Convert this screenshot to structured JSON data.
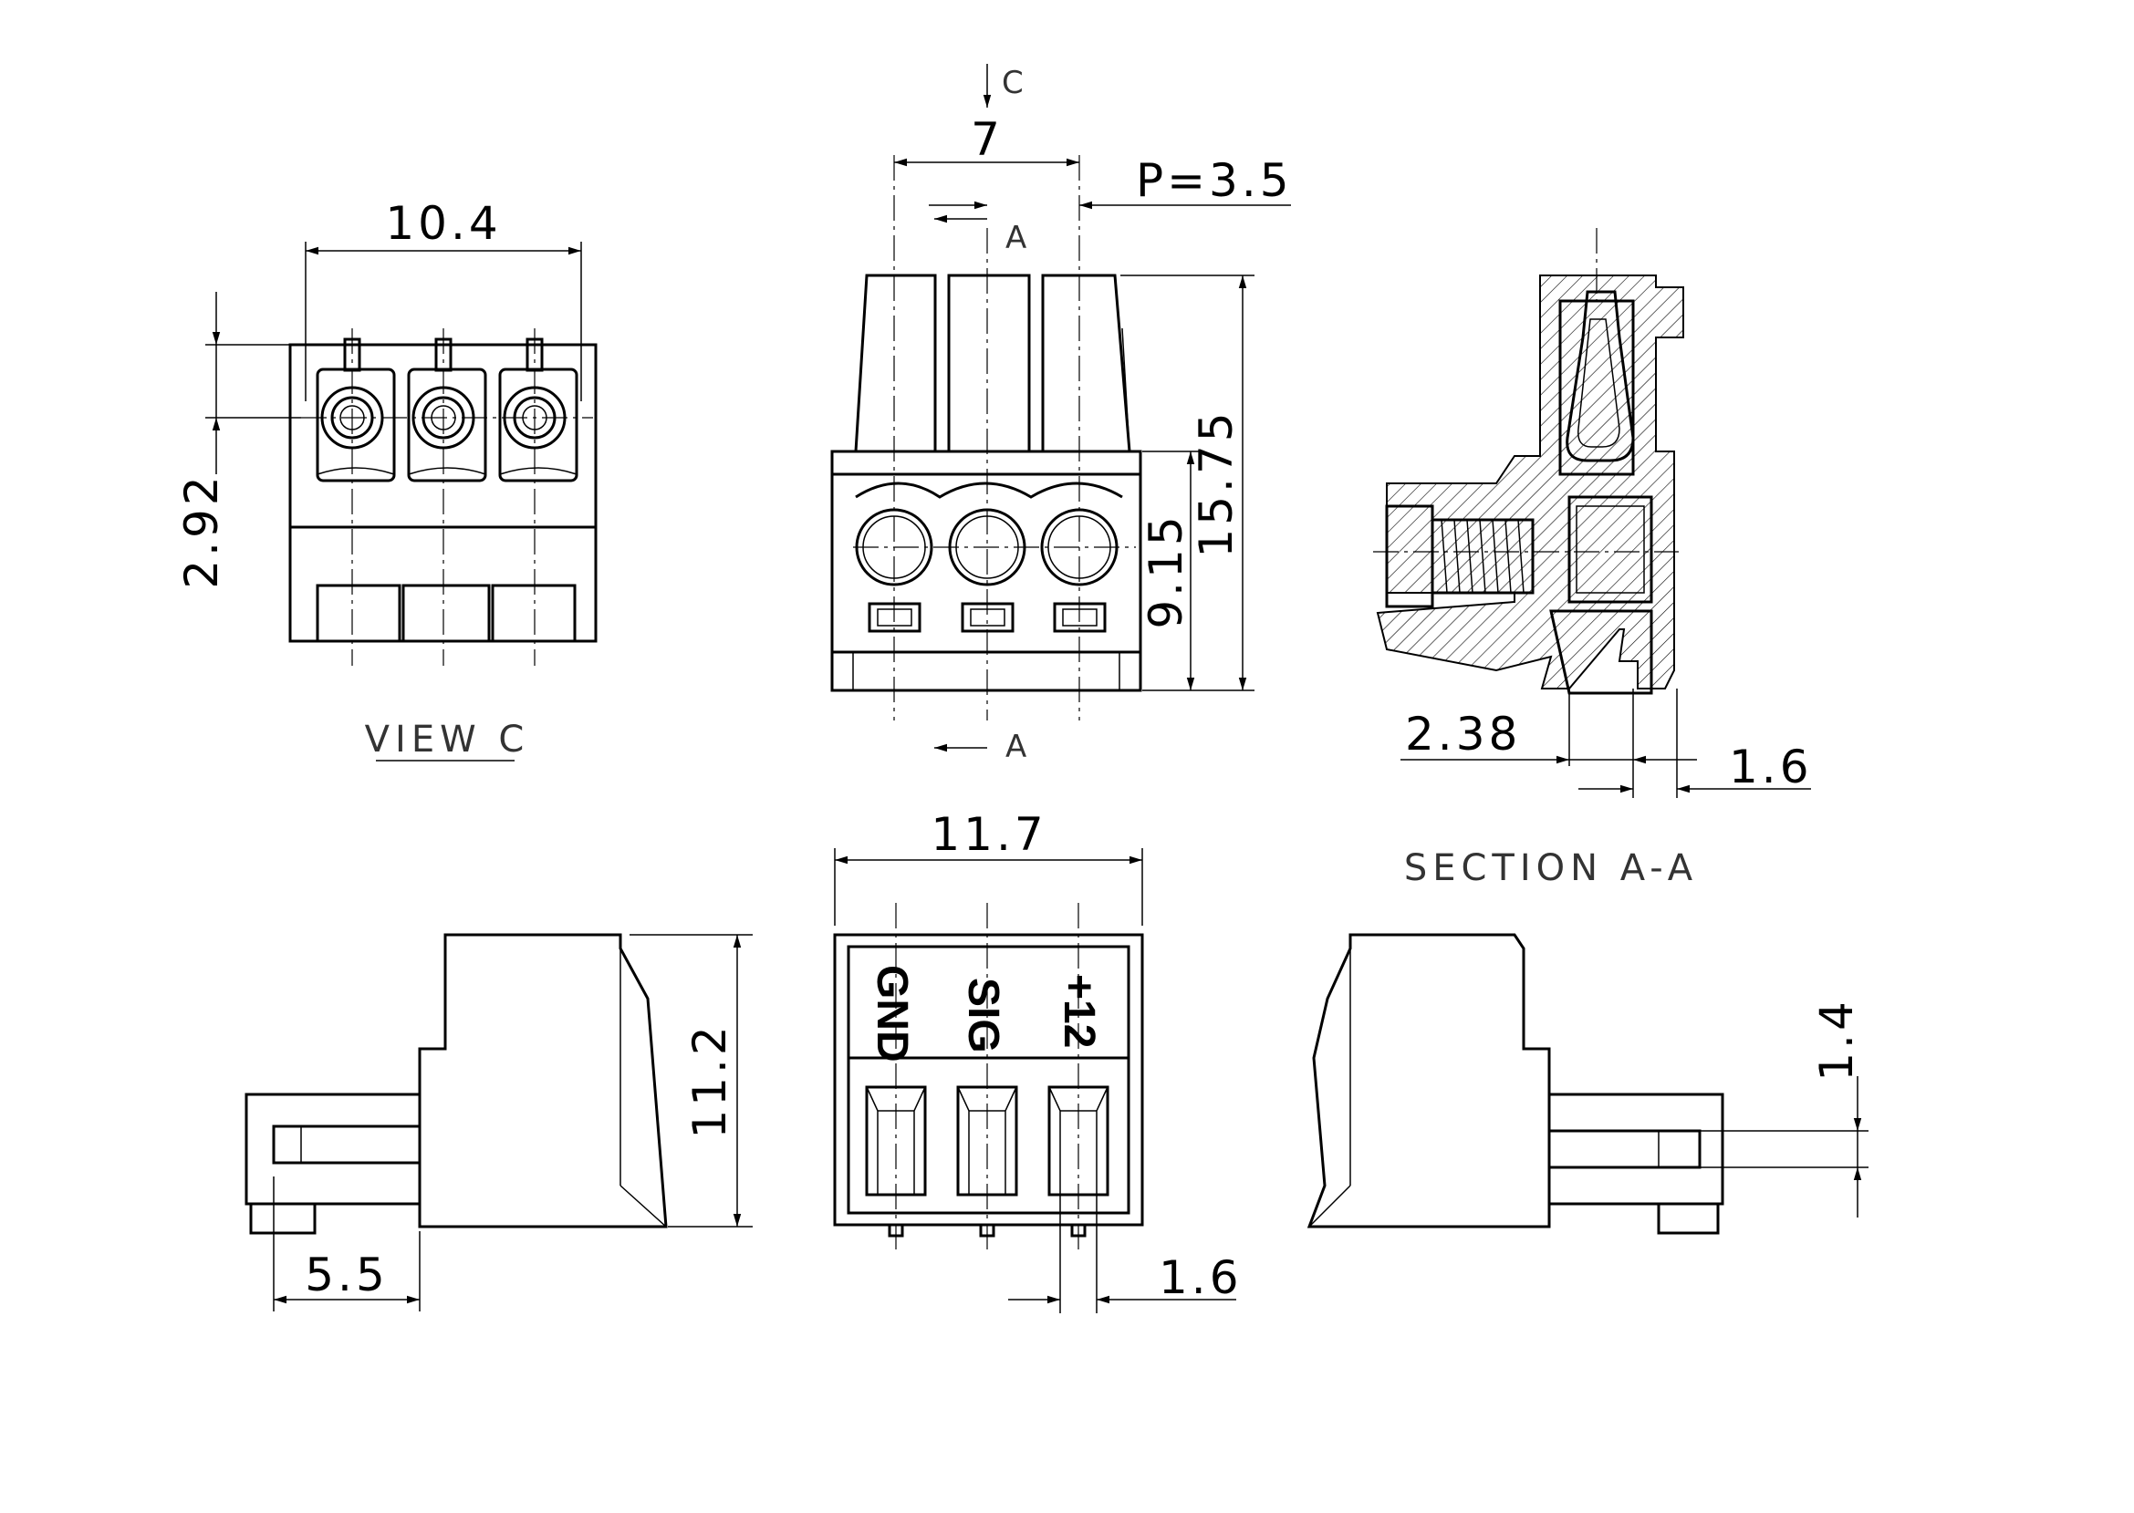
{
  "dimensions": {
    "view_c_width": "10.4",
    "view_c_height": "2.92",
    "pitch_total": "7",
    "pitch": "P=3.5",
    "height_total": "15.75",
    "height_body": "9.15",
    "section_offset": "2.38",
    "section_wall": "1.6",
    "front_width": "11.7",
    "side_height": "11.2",
    "side_depth": "5.5",
    "pin_spacing": "1.6",
    "pin_height": "1.4"
  },
  "labels": {
    "view_c": "VIEW C",
    "section": "SECTION A-A",
    "section_marker": "A",
    "view_marker": "C"
  },
  "pins": [
    "GND",
    "SIG",
    "+12"
  ]
}
